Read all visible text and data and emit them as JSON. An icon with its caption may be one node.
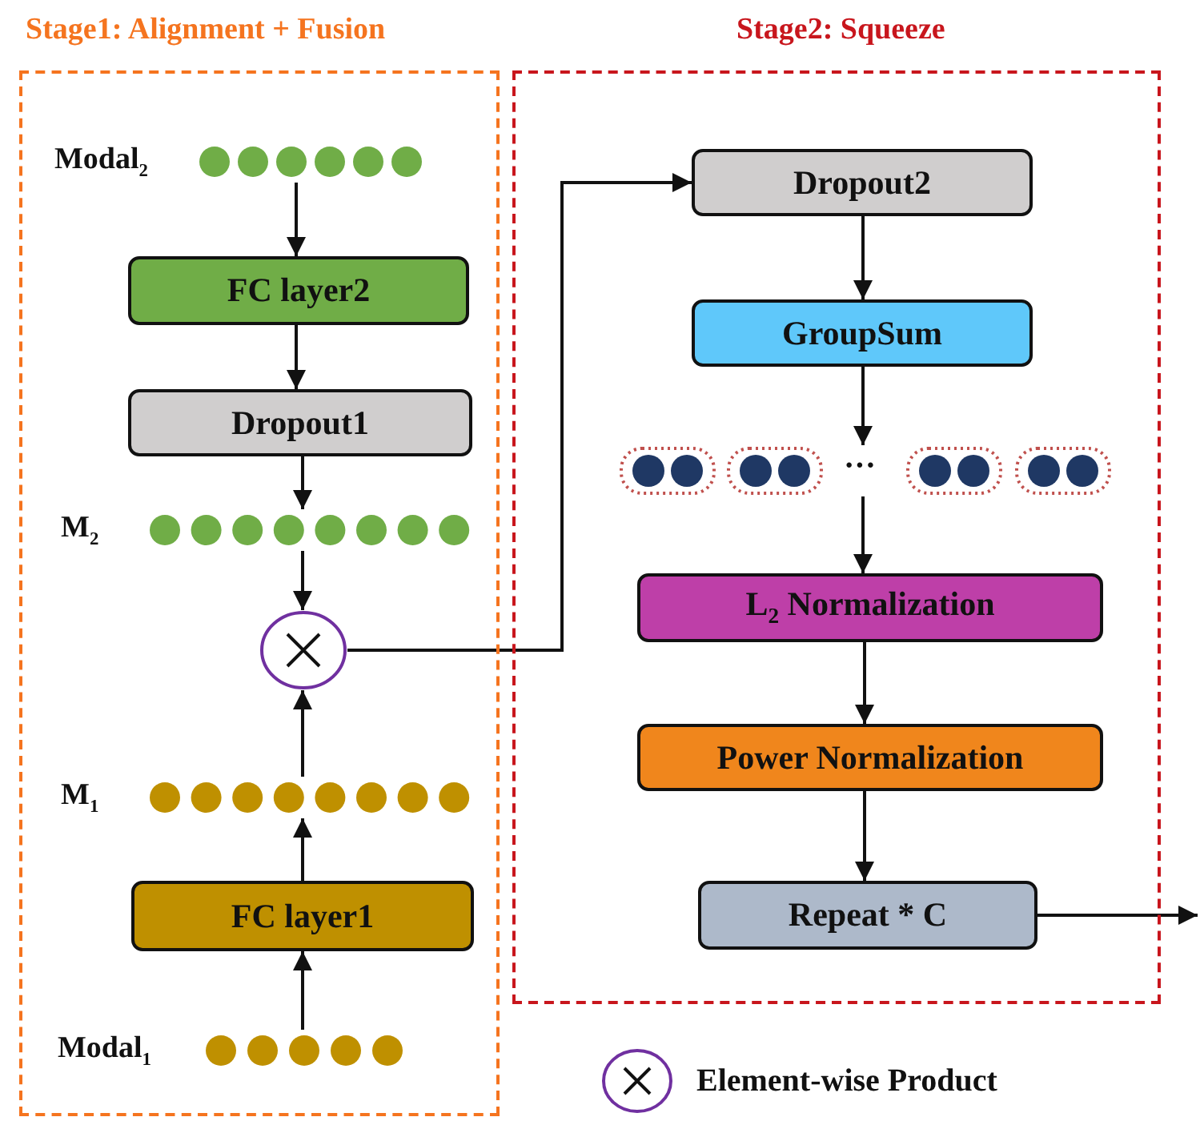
{
  "diagram": {
    "nodes": [
      {
        "text": [
          "Stage1: Alignment + Fusion"
        ]
      },
      {
        "text": [
          "Stage2: Squeeze"
        ]
      },
      {
        "text": [
          "Modal$_{2}$"
        ],
        "in": 0
      },
      {
        "text": [
          "FC layer2"
        ],
        "in": 0
      },
      {
        "text": [
          "Dropout1"
        ],
        "in": 0
      },
      {
        "text": [
          "M$_{2}$"
        ],
        "in": 0
      },
      {
        "text": [],
        "shape": "circle",
        "in": 0
      },
      {
        "text": [
          "M$_{1}$"
        ],
        "in": 0
      },
      {
        "text": [
          "FC layer1"
        ],
        "in": 0
      },
      {
        "text": [
          "Modal$_{1}$"
        ],
        "in": 0
      },
      {
        "text": [
          "Dropout2"
        ],
        "in": 1
      },
      {
        "text": [
          "GroupSum"
        ],
        "in": 1
      },
      {
        "text": [
          "···"
        ],
        "in": 1
      },
      {
        "text": [
          "L$_{2}$ Normalization"
        ],
        "in": 1
      },
      {
        "text": [
          "Power Normalization"
        ],
        "in": 1
      },
      {
        "text": [
          "Repeat * C"
        ],
        "in": 1
      }
    ],
    "edges": [
      {
        "from": 2,
        "to": 3,
        "arrow": "to"
      },
      {
        "from": 3,
        "to": 4,
        "arrow": "to"
      },
      {
        "from": 4,
        "to": 5,
        "arrow": "to"
      },
      {
        "from": 5,
        "to": 6,
        "arrow": "to"
      },
      {
        "from": 9,
        "to": 8,
        "arrow": "to"
      },
      {
        "from": 8,
        "to": 7,
        "arrow": "to"
      },
      {
        "from": 7,
        "to": 6,
        "arrow": "to"
      },
      {
        "from": 6,
        "to": 10,
        "arrow": "to"
      },
      {
        "from": 10,
        "to": 11,
        "arrow": "to"
      },
      {
        "from": 11,
        "to": 12,
        "arrow": "to"
      },
      {
        "from": 12,
        "to": 13,
        "arrow": "to"
      },
      {
        "from": 13,
        "to": 14,
        "arrow": "to"
      },
      {
        "from": 14,
        "to": 15,
        "arrow": "to"
      },
      {
        "from": 15,
        "to": null,
        "arrow": "to"
      }
    ],
    "legend": [
      {
        "text": "Element-wise Product"
      }
    ]
  }
}
